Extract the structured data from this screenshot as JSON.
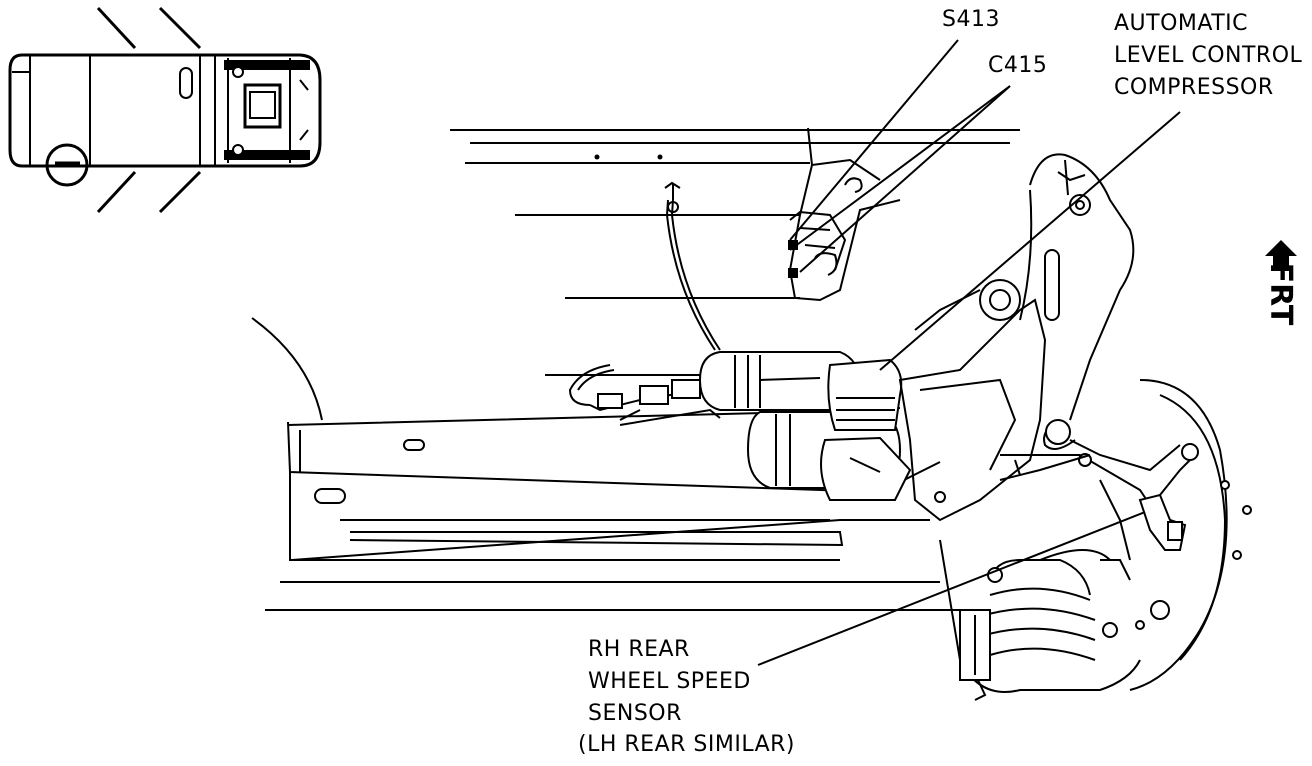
{
  "labels": {
    "s413": "S413",
    "c415": "C415",
    "alc_line1": "AUTOMATIC",
    "alc_line2": "LEVEL CONTROL",
    "alc_line3": "COMPRESSOR",
    "sensor_line1": "RH REAR",
    "sensor_line2": "WHEEL SPEED",
    "sensor_line3": "SENSOR",
    "sensor_line4": "(LH REAR SIMILAR)",
    "front": "FRT"
  },
  "icons": {
    "front_arrow": "up-arrow-icon",
    "vehicle_locator": "vehicle-top-view-icon"
  }
}
